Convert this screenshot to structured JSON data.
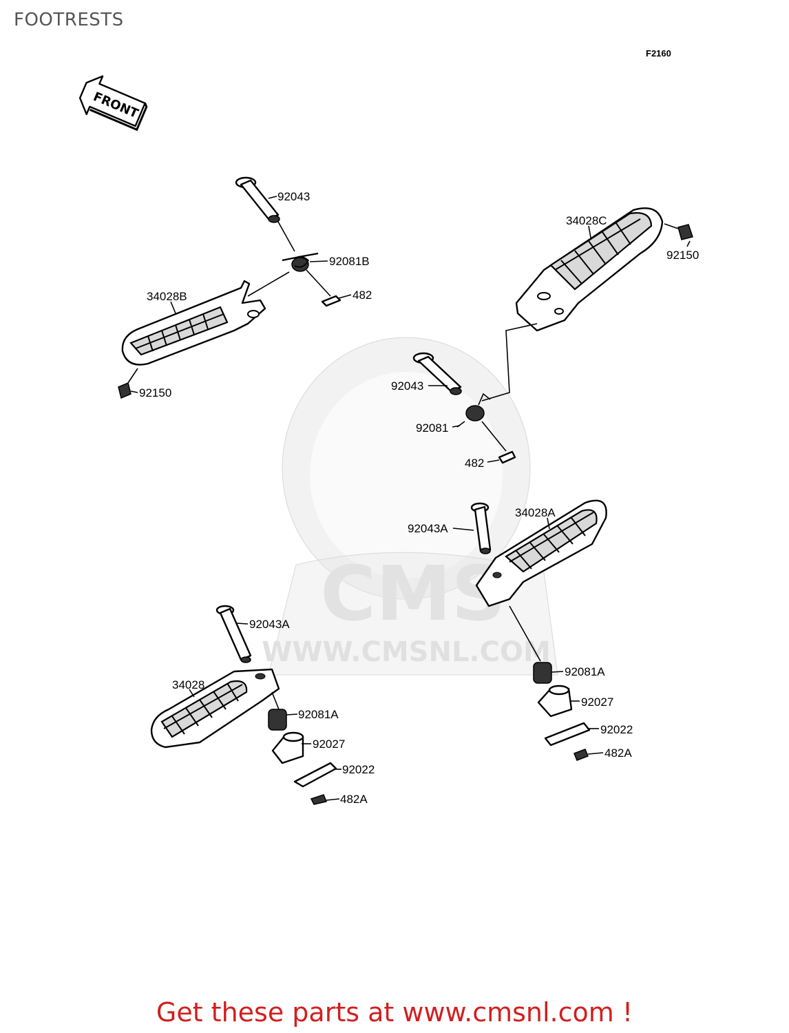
{
  "page": {
    "title": "FOOTRESTS",
    "figure_ref": "F2160"
  },
  "arrow": {
    "text": "FRONT"
  },
  "watermark": {
    "logo_text": "CMS",
    "url": "WWW.CMSNL.COM"
  },
  "footer": {
    "cta": "Get these parts at www.cmsnl.com !",
    "color": "#d21f1f"
  },
  "labels": {
    "l1": "92043",
    "l2": "92081B",
    "l3": "482",
    "l4": "34028B",
    "l5": "92150",
    "l6": "34028C",
    "l7": "92150",
    "l8": "92043",
    "l9": "92081",
    "l10": "482",
    "l11": "34028A",
    "l12": "92043A",
    "l13": "92043A",
    "l14": "34028",
    "l15": "92081A",
    "l16": "92027",
    "l17": "92022",
    "l18": "482A",
    "l19": "92081A",
    "l20": "92027",
    "l21": "92022",
    "l22": "482A"
  }
}
